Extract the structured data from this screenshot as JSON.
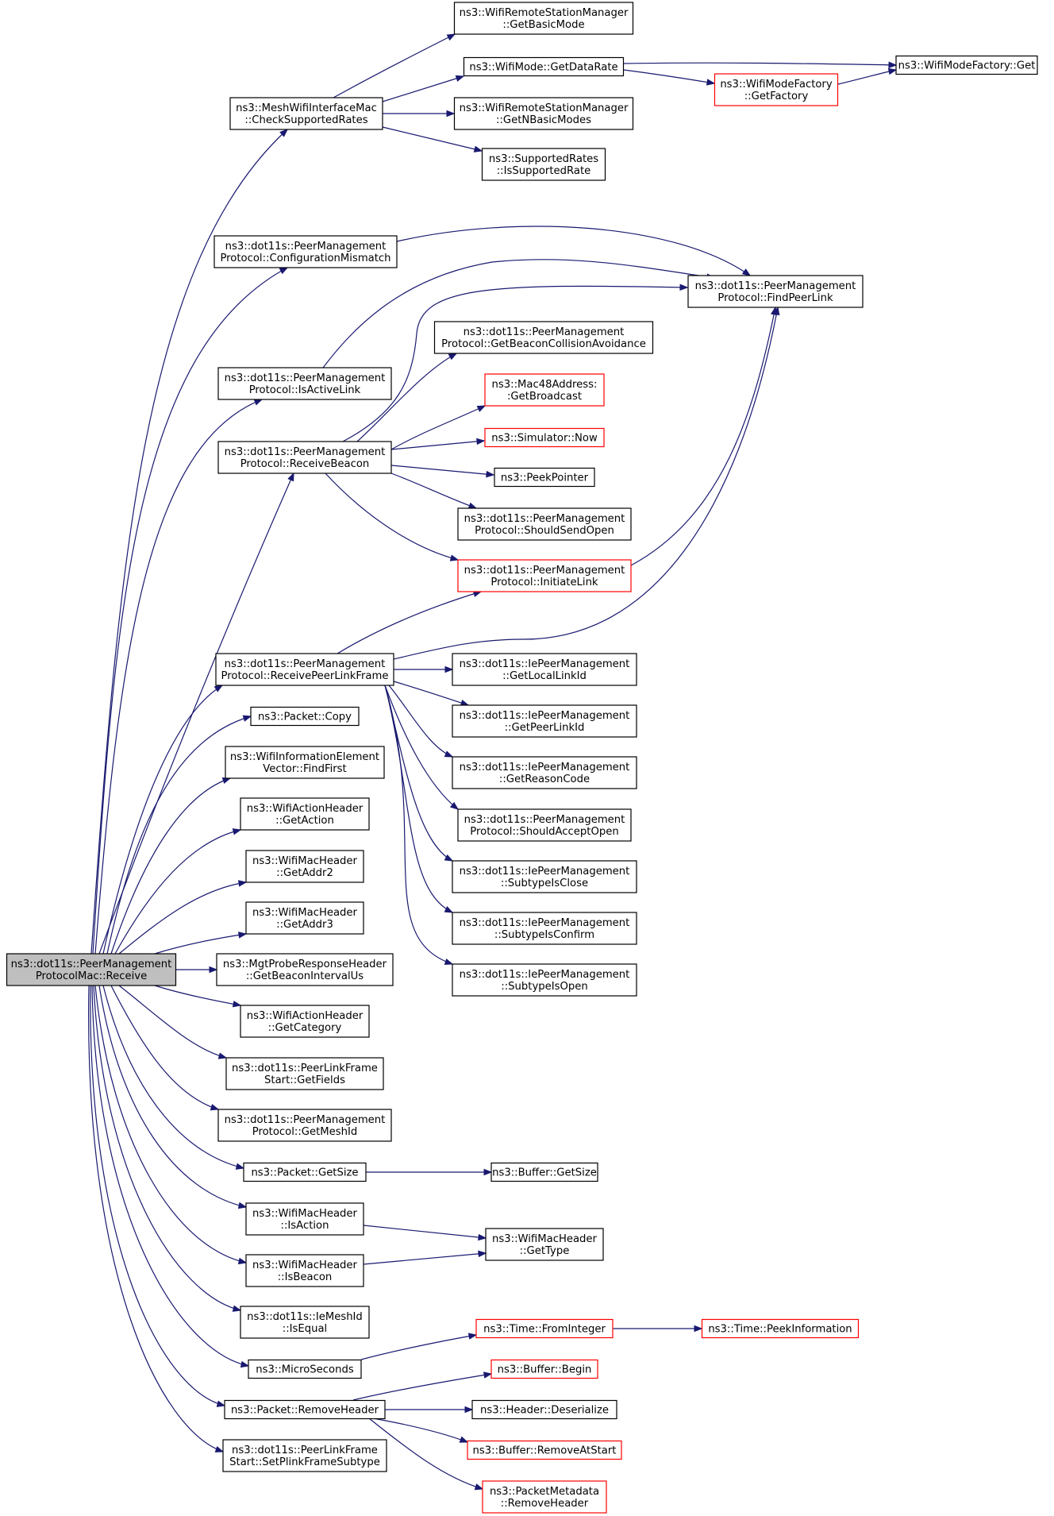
{
  "colors": {
    "edge": "#191970",
    "node_border": "#000000",
    "node_border_truncated": "#ff0000",
    "node_fill": "#ffffff",
    "root_fill": "#bfbfbf",
    "text": "#000000"
  },
  "nodes": [
    {
      "id": "root",
      "lines": [
        "ns3::dot11s::PeerManagement",
        "ProtocolMac::Receive"
      ],
      "style": "root"
    },
    {
      "id": "checkRates",
      "lines": [
        "ns3::MeshWifiInterfaceMac",
        "::CheckSupportedRates"
      ],
      "style": "normal"
    },
    {
      "id": "getBasicMode",
      "lines": [
        "ns3::WifiRemoteStationManager",
        "::GetBasicMode"
      ],
      "style": "normal"
    },
    {
      "id": "getDataRate",
      "lines": [
        "ns3::WifiMode::GetDataRate"
      ],
      "style": "normal"
    },
    {
      "id": "modeFactoryGet",
      "lines": [
        "ns3::WifiModeFactory::Get"
      ],
      "style": "normal"
    },
    {
      "id": "getFactory",
      "lines": [
        "ns3::WifiModeFactory",
        "::GetFactory"
      ],
      "style": "truncated"
    },
    {
      "id": "getNBasicModes",
      "lines": [
        "ns3::WifiRemoteStationManager",
        "::GetNBasicModes"
      ],
      "style": "normal"
    },
    {
      "id": "isSupportedRate",
      "lines": [
        "ns3::SupportedRates",
        "::IsSupportedRate"
      ],
      "style": "normal"
    },
    {
      "id": "configMismatch",
      "lines": [
        "ns3::dot11s::PeerManagement",
        "Protocol::ConfigurationMismatch"
      ],
      "style": "normal"
    },
    {
      "id": "findPeerLink",
      "lines": [
        "ns3::dot11s::PeerManagement",
        "Protocol::FindPeerLink"
      ],
      "style": "normal"
    },
    {
      "id": "beaconCollision",
      "lines": [
        "ns3::dot11s::PeerManagement",
        "Protocol::GetBeaconCollisionAvoidance"
      ],
      "style": "normal"
    },
    {
      "id": "isActiveLink",
      "lines": [
        "ns3::dot11s::PeerManagement",
        "Protocol::IsActiveLink"
      ],
      "style": "normal"
    },
    {
      "id": "getBroadcast",
      "lines": [
        "ns3::Mac48Address:",
        ":GetBroadcast"
      ],
      "style": "truncated"
    },
    {
      "id": "simNow",
      "lines": [
        "ns3::Simulator::Now"
      ],
      "style": "truncated"
    },
    {
      "id": "receiveBeacon",
      "lines": [
        "ns3::dot11s::PeerManagement",
        "Protocol::ReceiveBeacon"
      ],
      "style": "normal"
    },
    {
      "id": "peekPointer",
      "lines": [
        "ns3::PeekPointer"
      ],
      "style": "normal"
    },
    {
      "id": "shouldSendOpen",
      "lines": [
        "ns3::dot11s::PeerManagement",
        "Protocol::ShouldSendOpen"
      ],
      "style": "normal"
    },
    {
      "id": "initiateLink",
      "lines": [
        "ns3::dot11s::PeerManagement",
        "Protocol::InitiateLink"
      ],
      "style": "truncated"
    },
    {
      "id": "receivePeerLinkFrame",
      "lines": [
        "ns3::dot11s::PeerManagement",
        "Protocol::ReceivePeerLinkFrame"
      ],
      "style": "normal"
    },
    {
      "id": "getLocalLinkId",
      "lines": [
        "ns3::dot11s::IePeerManagement",
        "::GetLocalLinkId"
      ],
      "style": "normal"
    },
    {
      "id": "packetCopy",
      "lines": [
        "ns3::Packet::Copy"
      ],
      "style": "normal"
    },
    {
      "id": "getPeerLinkId",
      "lines": [
        "ns3::dot11s::IePeerManagement",
        "::GetPeerLinkId"
      ],
      "style": "normal"
    },
    {
      "id": "findFirst",
      "lines": [
        "ns3::WifiInformationElement",
        "Vector::FindFirst"
      ],
      "style": "normal"
    },
    {
      "id": "getReasonCode",
      "lines": [
        "ns3::dot11s::IePeerManagement",
        "::GetReasonCode"
      ],
      "style": "normal"
    },
    {
      "id": "getAction",
      "lines": [
        "ns3::WifiActionHeader",
        "::GetAction"
      ],
      "style": "normal"
    },
    {
      "id": "shouldAcceptOpen",
      "lines": [
        "ns3::dot11s::PeerManagement",
        "Protocol::ShouldAcceptOpen"
      ],
      "style": "normal"
    },
    {
      "id": "getAddr2",
      "lines": [
        "ns3::WifiMacHeader",
        "::GetAddr2"
      ],
      "style": "normal"
    },
    {
      "id": "subtypeIsClose",
      "lines": [
        "ns3::dot11s::IePeerManagement",
        "::SubtypeIsClose"
      ],
      "style": "normal"
    },
    {
      "id": "getAddr3",
      "lines": [
        "ns3::WifiMacHeader",
        "::GetAddr3"
      ],
      "style": "normal"
    },
    {
      "id": "subtypeIsConfirm",
      "lines": [
        "ns3::dot11s::IePeerManagement",
        "::SubtypeIsConfirm"
      ],
      "style": "normal"
    },
    {
      "id": "getBeaconInterval",
      "lines": [
        "ns3::MgtProbeResponseHeader",
        "::GetBeaconIntervalUs"
      ],
      "style": "normal"
    },
    {
      "id": "subtypeIsOpen",
      "lines": [
        "ns3::dot11s::IePeerManagement",
        "::SubtypeIsOpen"
      ],
      "style": "normal"
    },
    {
      "id": "getCategory",
      "lines": [
        "ns3::WifiActionHeader",
        "::GetCategory"
      ],
      "style": "normal"
    },
    {
      "id": "getFields",
      "lines": [
        "ns3::dot11s::PeerLinkFrame",
        "Start::GetFields"
      ],
      "style": "normal"
    },
    {
      "id": "getMeshId",
      "lines": [
        "ns3::dot11s::PeerManagement",
        "Protocol::GetMeshId"
      ],
      "style": "normal"
    },
    {
      "id": "packetGetSize",
      "lines": [
        "ns3::Packet::GetSize"
      ],
      "style": "normal"
    },
    {
      "id": "bufferGetSize",
      "lines": [
        "ns3::Buffer::GetSize"
      ],
      "style": "normal"
    },
    {
      "id": "isAction",
      "lines": [
        "ns3::WifiMacHeader",
        "::IsAction"
      ],
      "style": "normal"
    },
    {
      "id": "getType",
      "lines": [
        "ns3::WifiMacHeader",
        "::GetType"
      ],
      "style": "normal"
    },
    {
      "id": "isBeacon",
      "lines": [
        "ns3::WifiMacHeader",
        "::IsBeacon"
      ],
      "style": "normal"
    },
    {
      "id": "ieMeshIdIsEqual",
      "lines": [
        "ns3::dot11s::IeMeshId",
        "::IsEqual"
      ],
      "style": "normal"
    },
    {
      "id": "fromInteger",
      "lines": [
        "ns3::Time::FromInteger"
      ],
      "style": "truncated"
    },
    {
      "id": "peekInformation",
      "lines": [
        "ns3::Time::PeekInformation"
      ],
      "style": "truncated"
    },
    {
      "id": "microSeconds",
      "lines": [
        "ns3::MicroSeconds"
      ],
      "style": "normal"
    },
    {
      "id": "bufferBegin",
      "lines": [
        "ns3::Buffer::Begin"
      ],
      "style": "truncated"
    },
    {
      "id": "removeHeader",
      "lines": [
        "ns3::Packet::RemoveHeader"
      ],
      "style": "normal"
    },
    {
      "id": "deserialize",
      "lines": [
        "ns3::Header::Deserialize"
      ],
      "style": "normal"
    },
    {
      "id": "removeAtStart",
      "lines": [
        "ns3::Buffer::RemoveAtStart"
      ],
      "style": "truncated"
    },
    {
      "id": "setPlinkFrameSubtype",
      "lines": [
        "ns3::dot11s::PeerLinkFrame",
        "Start::SetPlinkFrameSubtype"
      ],
      "style": "normal"
    },
    {
      "id": "pmRemoveHeader",
      "lines": [
        "ns3::PacketMetadata",
        "::RemoveHeader"
      ],
      "style": "truncated"
    }
  ],
  "edges": [
    [
      "root",
      "checkRates"
    ],
    [
      "root",
      "configMismatch"
    ],
    [
      "root",
      "isActiveLink"
    ],
    [
      "root",
      "receiveBeacon"
    ],
    [
      "root",
      "receivePeerLinkFrame"
    ],
    [
      "root",
      "packetCopy"
    ],
    [
      "root",
      "findFirst"
    ],
    [
      "root",
      "getAction"
    ],
    [
      "root",
      "getAddr2"
    ],
    [
      "root",
      "getAddr3"
    ],
    [
      "root",
      "getBeaconInterval"
    ],
    [
      "root",
      "getCategory"
    ],
    [
      "root",
      "getFields"
    ],
    [
      "root",
      "getMeshId"
    ],
    [
      "root",
      "packetGetSize"
    ],
    [
      "root",
      "isAction"
    ],
    [
      "root",
      "isBeacon"
    ],
    [
      "root",
      "ieMeshIdIsEqual"
    ],
    [
      "root",
      "microSeconds"
    ],
    [
      "root",
      "removeHeader"
    ],
    [
      "root",
      "setPlinkFrameSubtype"
    ],
    [
      "checkRates",
      "getBasicMode"
    ],
    [
      "checkRates",
      "getDataRate"
    ],
    [
      "checkRates",
      "getNBasicModes"
    ],
    [
      "checkRates",
      "isSupportedRate"
    ],
    [
      "getDataRate",
      "modeFactoryGet"
    ],
    [
      "getDataRate",
      "getFactory"
    ],
    [
      "getFactory",
      "modeFactoryGet"
    ],
    [
      "configMismatch",
      "findPeerLink"
    ],
    [
      "isActiveLink",
      "findPeerLink"
    ],
    [
      "receiveBeacon",
      "findPeerLink"
    ],
    [
      "receiveBeacon",
      "beaconCollision"
    ],
    [
      "receiveBeacon",
      "getBroadcast"
    ],
    [
      "receiveBeacon",
      "simNow"
    ],
    [
      "receiveBeacon",
      "peekPointer"
    ],
    [
      "receiveBeacon",
      "shouldSendOpen"
    ],
    [
      "receiveBeacon",
      "initiateLink"
    ],
    [
      "initiateLink",
      "findPeerLink"
    ],
    [
      "receivePeerLinkFrame",
      "initiateLink"
    ],
    [
      "receivePeerLinkFrame",
      "findPeerLink"
    ],
    [
      "receivePeerLinkFrame",
      "getLocalLinkId"
    ],
    [
      "receivePeerLinkFrame",
      "getPeerLinkId"
    ],
    [
      "receivePeerLinkFrame",
      "getReasonCode"
    ],
    [
      "receivePeerLinkFrame",
      "shouldAcceptOpen"
    ],
    [
      "receivePeerLinkFrame",
      "subtypeIsClose"
    ],
    [
      "receivePeerLinkFrame",
      "subtypeIsConfirm"
    ],
    [
      "receivePeerLinkFrame",
      "subtypeIsOpen"
    ],
    [
      "packetGetSize",
      "bufferGetSize"
    ],
    [
      "isAction",
      "getType"
    ],
    [
      "isBeacon",
      "getType"
    ],
    [
      "microSeconds",
      "fromInteger"
    ],
    [
      "fromInteger",
      "peekInformation"
    ],
    [
      "removeHeader",
      "bufferBegin"
    ],
    [
      "removeHeader",
      "deserialize"
    ],
    [
      "removeHeader",
      "removeAtStart"
    ],
    [
      "removeHeader",
      "pmRemoveHeader"
    ]
  ]
}
